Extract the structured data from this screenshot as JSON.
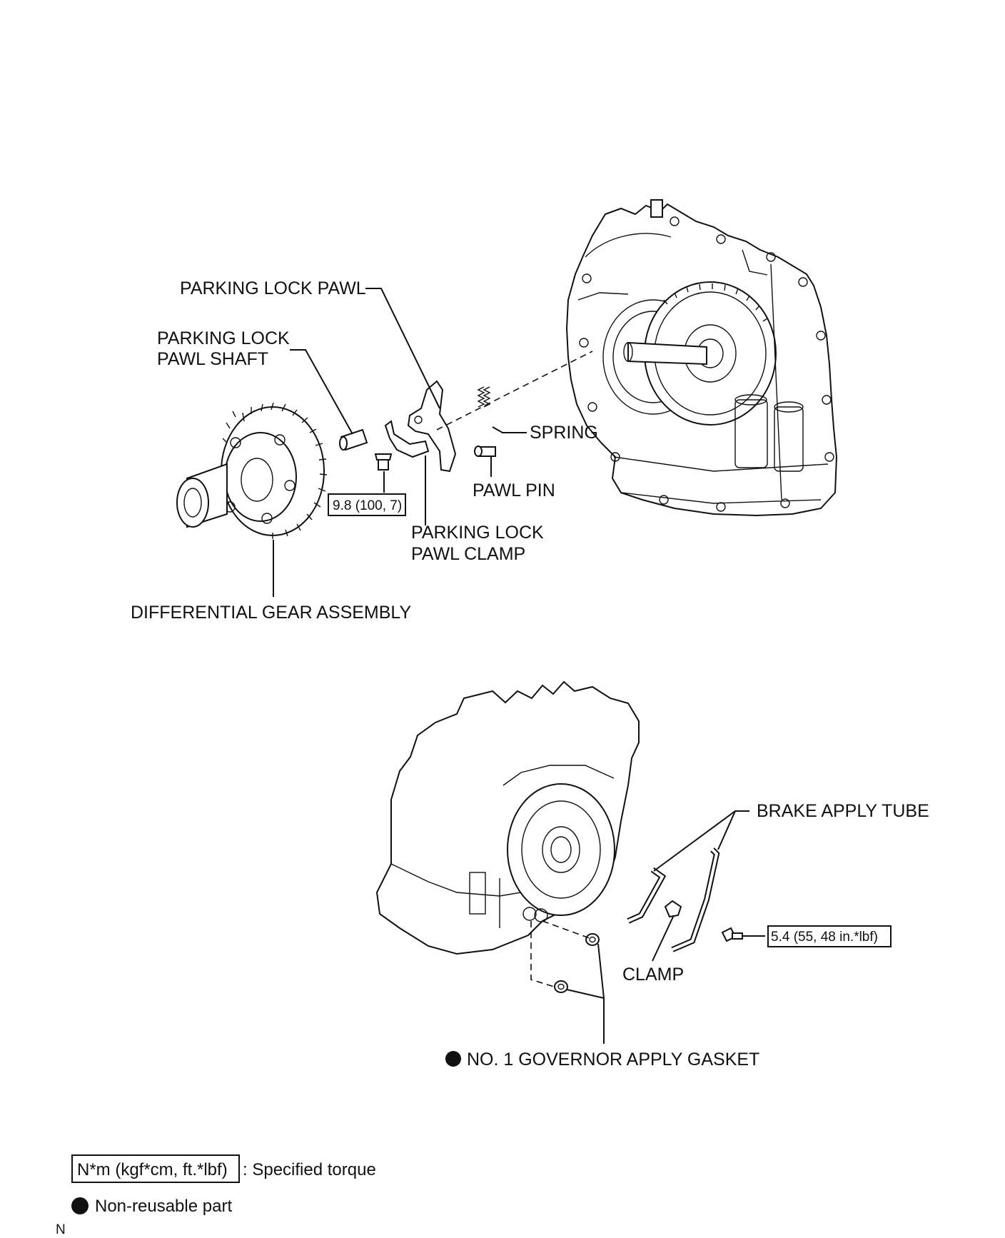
{
  "labels": {
    "parking_lock_pawl": "PARKING LOCK PAWL",
    "parking_lock_pawl_shaft_line1": "PARKING LOCK",
    "parking_lock_pawl_shaft_line2": "PAWL SHAFT",
    "spring": "SPRING",
    "pawl_pin": "PAWL PIN",
    "parking_lock_pawl_clamp_line1": "PARKING LOCK",
    "parking_lock_pawl_clamp_line2": "PAWL CLAMP",
    "differential_gear_assembly": "DIFFERENTIAL GEAR ASSEMBLY",
    "brake_apply_tube": "BRAKE APPLY TUBE",
    "clamp": "CLAMP",
    "governor_apply_gasket": "NO. 1 GOVERNOR APPLY GASKET"
  },
  "torques": {
    "pawl_clamp_bolt": "9.8 (100, 7)",
    "tube_clamp_bolt": "5.4 (55, 48 in.*lbf)"
  },
  "legend": {
    "torque_unit": "N*m (kgf*cm, ft.*lbf)",
    "torque_desc": ": Specified torque",
    "non_reusable": "Non-reusable part"
  },
  "corner_mark": "N"
}
